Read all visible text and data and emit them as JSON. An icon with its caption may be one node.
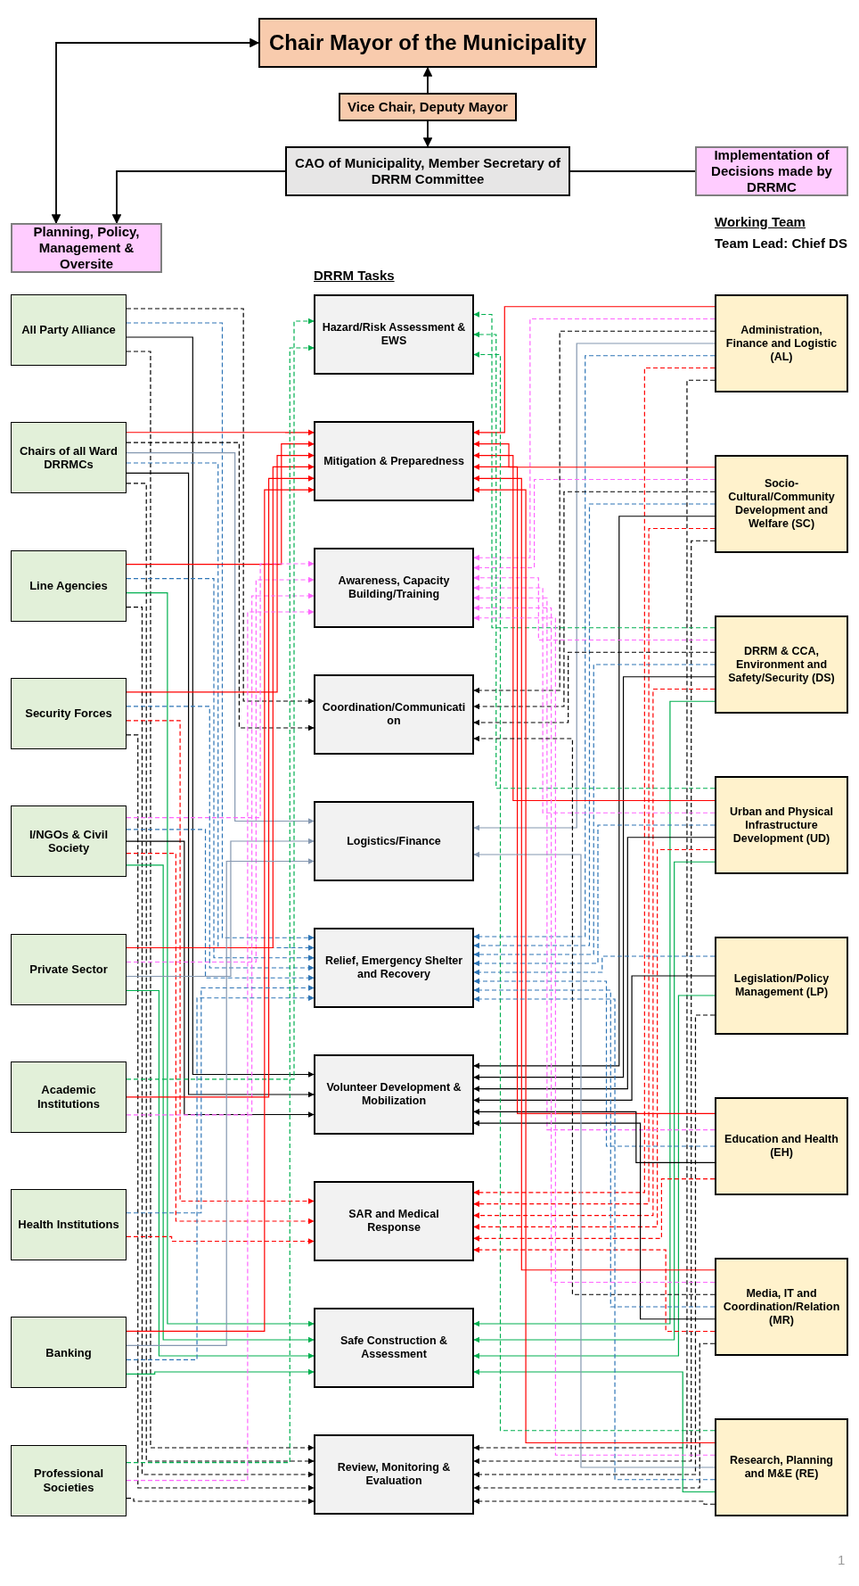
{
  "diagram": {
    "nodes": [
      {
        "text": [
          "Chair Mayor of the Municipality"
        ]
      },
      {
        "text": [
          "Vice Chair, Deputy Mayor"
        ]
      },
      {
        "text": [
          "CAO of Municipality, Member Secretary of DRRM Committee"
        ]
      },
      {
        "text": [
          "Implementation of Decisions made by DRRMC"
        ]
      },
      {
        "text": [
          "Planning, Policy, Management & Oversite"
        ]
      },
      {
        "text": [
          "Administration, Finance and Logistic (AL)"
        ]
      },
      {
        "text": [
          "Socio-Cultural/Community Development and Welfare (SC)"
        ]
      },
      {
        "text": [
          "DRRM & CCA, Environment and Safety/Security (DS)"
        ]
      },
      {
        "text": [
          "Urban and Physical Infrastructure Development (UD)"
        ]
      },
      {
        "text": [
          "Legislation/Policy Management (LP)"
        ]
      },
      {
        "text": [
          "Education and Health (EH)"
        ]
      },
      {
        "text": [
          "Media, IT and Coordination/Relation (MR)"
        ]
      },
      {
        "text": [
          "Research, Planning and M&E (RE)"
        ]
      },
      {
        "text": [
          "Hazard/Risk Assessment & EWS"
        ]
      },
      {
        "text": [
          "Mitigation & Preparedness"
        ]
      },
      {
        "text": [
          "Awareness, Capacity Building/Training"
        ]
      },
      {
        "text": [
          "Coordination/Communication"
        ]
      },
      {
        "text": [
          "Logistics/Finance"
        ]
      },
      {
        "text": [
          "Relief, Emergency Shelter and Recovery"
        ]
      },
      {
        "text": [
          "Volunteer Development & Mobilization"
        ]
      },
      {
        "text": [
          "SAR and Medical Response"
        ]
      },
      {
        "text": [
          "Safe Construction & Assessment"
        ]
      },
      {
        "text": [
          "Review, Monitoring & Evaluation"
        ]
      },
      {
        "text": [
          "All Party Alliance"
        ]
      },
      {
        "text": [
          "Chairs of all Ward DRRMCs"
        ]
      },
      {
        "text": [
          "Line Agencies"
        ]
      },
      {
        "text": [
          "Security Forces"
        ]
      },
      {
        "text": [
          "I/NGOs & Civil Society"
        ]
      },
      {
        "text": [
          "Private Sector"
        ]
      },
      {
        "text": [
          "Academic Institutions"
        ]
      },
      {
        "text": [
          "Health Institutions"
        ]
      },
      {
        "text": [
          "Banking"
        ]
      },
      {
        "text": [
          "Professional Societies"
        ]
      }
    ],
    "edges": [
      {
        "from": 1,
        "to": 0,
        "arrow": "to"
      },
      {
        "from": 1,
        "to": 2,
        "arrow": "to"
      },
      {
        "from": 0,
        "to": 4,
        "arrow": "both"
      },
      {
        "from": 2,
        "to": 4,
        "arrow": "to"
      },
      {
        "from": 2,
        "to": 3,
        "arrow": "none"
      },
      {
        "from": 23,
        "to": 18,
        "arrow": "to",
        "style": "dashed",
        "color": "#2e75b6"
      },
      {
        "from": 23,
        "to": 22,
        "arrow": "to",
        "style": "dashed"
      },
      {
        "from": 23,
        "to": 19,
        "arrow": "to"
      },
      {
        "from": 23,
        "to": 16,
        "arrow": "to",
        "style": "dashed"
      },
      {
        "from": 24,
        "to": 14,
        "arrow": "to",
        "color": "#ff0000"
      },
      {
        "from": 24,
        "to": 19,
        "arrow": "to"
      },
      {
        "from": 24,
        "to": 18,
        "arrow": "to",
        "style": "dashed",
        "color": "#2e75b6"
      },
      {
        "from": 24,
        "to": 16,
        "arrow": "to",
        "style": "dashed"
      },
      {
        "from": 24,
        "to": 22,
        "arrow": "to",
        "style": "dashed"
      },
      {
        "from": 24,
        "to": 17,
        "arrow": "to",
        "color": "#8497b0"
      },
      {
        "from": 25,
        "to": 21,
        "arrow": "to",
        "color": "#00b050"
      },
      {
        "from": 25,
        "to": 22,
        "arrow": "to",
        "style": "dashed"
      },
      {
        "from": 25,
        "to": 14,
        "arrow": "to",
        "color": "#ff0000"
      },
      {
        "from": 25,
        "to": 18,
        "arrow": "to",
        "style": "dashed",
        "color": "#2e75b6"
      },
      {
        "from": 26,
        "to": 20,
        "arrow": "to",
        "style": "dashed",
        "color": "#ff0000"
      },
      {
        "from": 26,
        "to": 14,
        "arrow": "to",
        "color": "#ff0000"
      },
      {
        "from": 26,
        "to": 22,
        "arrow": "to",
        "style": "dashed"
      },
      {
        "from": 26,
        "to": 18,
        "arrow": "to",
        "style": "dashed",
        "color": "#2e75b6"
      },
      {
        "from": 27,
        "to": 15,
        "arrow": "to",
        "style": "dashed",
        "color": "#ff66ff"
      },
      {
        "from": 27,
        "to": 21,
        "arrow": "to",
        "color": "#00b050"
      },
      {
        "from": 27,
        "to": 18,
        "arrow": "to",
        "style": "dashed",
        "color": "#2e75b6"
      },
      {
        "from": 27,
        "to": 19,
        "arrow": "to"
      },
      {
        "from": 27,
        "to": 20,
        "arrow": "to",
        "style": "dashed",
        "color": "#ff0000"
      },
      {
        "from": 28,
        "to": 17,
        "arrow": "to",
        "color": "#8497b0"
      },
      {
        "from": 28,
        "to": 15,
        "arrow": "to",
        "style": "dashed",
        "color": "#ff66ff"
      },
      {
        "from": 28,
        "to": 21,
        "arrow": "to",
        "color": "#00b050"
      },
      {
        "from": 28,
        "to": 14,
        "arrow": "to",
        "color": "#ff0000"
      },
      {
        "from": 29,
        "to": 15,
        "arrow": "to",
        "style": "dashed",
        "color": "#ff66ff"
      },
      {
        "from": 29,
        "to": 14,
        "arrow": "to",
        "color": "#ff0000"
      },
      {
        "from": 29,
        "to": 13,
        "arrow": "to",
        "style": "dashed",
        "color": "#00b050"
      },
      {
        "from": 30,
        "to": 18,
        "arrow": "to",
        "style": "dashed",
        "color": "#2e75b6"
      },
      {
        "from": 30,
        "to": 20,
        "arrow": "to",
        "style": "dashed",
        "color": "#ff0000"
      },
      {
        "from": 31,
        "to": 18,
        "arrow": "to",
        "style": "dashed",
        "color": "#2e75b6"
      },
      {
        "from": 31,
        "to": 17,
        "arrow": "to",
        "color": "#8497b0"
      },
      {
        "from": 31,
        "to": 14,
        "arrow": "to",
        "color": "#ff0000"
      },
      {
        "from": 31,
        "to": 21,
        "arrow": "to",
        "color": "#00b050"
      },
      {
        "from": 32,
        "to": 13,
        "arrow": "to",
        "style": "dashed",
        "color": "#00b050"
      },
      {
        "from": 32,
        "to": 22,
        "arrow": "to",
        "style": "dashed"
      },
      {
        "from": 32,
        "to": 15,
        "arrow": "to",
        "style": "dashed",
        "color": "#ff66ff"
      },
      {
        "from": 5,
        "to": 14,
        "arrow": "to",
        "color": "#ff0000"
      },
      {
        "from": 5,
        "to": 15,
        "arrow": "to",
        "style": "dashed",
        "color": "#ff66ff"
      },
      {
        "from": 5,
        "to": 16,
        "arrow": "to",
        "style": "dashed"
      },
      {
        "from": 5,
        "to": 18,
        "arrow": "to",
        "style": "dashed",
        "color": "#2e75b6"
      },
      {
        "from": 5,
        "to": 17,
        "arrow": "to",
        "color": "#8497b0"
      },
      {
        "from": 5,
        "to": 20,
        "arrow": "to",
        "style": "dashed",
        "color": "#ff0000"
      },
      {
        "from": 5,
        "to": 22,
        "arrow": "to",
        "style": "dashed"
      },
      {
        "from": 6,
        "to": 14,
        "arrow": "to",
        "color": "#ff0000"
      },
      {
        "from": 6,
        "to": 15,
        "arrow": "to",
        "style": "dashed",
        "color": "#ff66ff"
      },
      {
        "from": 6,
        "to": 16,
        "arrow": "to",
        "style": "dashed"
      },
      {
        "from": 6,
        "to": 18,
        "arrow": "to",
        "style": "dashed",
        "color": "#2e75b6"
      },
      {
        "from": 6,
        "to": 20,
        "arrow": "to",
        "style": "dashed",
        "color": "#ff0000"
      },
      {
        "from": 6,
        "to": 19,
        "arrow": "to"
      },
      {
        "from": 6,
        "to": 22,
        "arrow": "to",
        "style": "dashed"
      },
      {
        "from": 7,
        "to": 15,
        "arrow": "to",
        "style": "dashed",
        "color": "#ff66ff"
      },
      {
        "from": 7,
        "to": 18,
        "arrow": "to",
        "style": "dashed",
        "color": "#2e75b6"
      },
      {
        "from": 7,
        "to": 16,
        "arrow": "to",
        "style": "dashed"
      },
      {
        "from": 7,
        "to": 20,
        "arrow": "to",
        "style": "dashed",
        "color": "#ff0000"
      },
      {
        "from": 7,
        "to": 21,
        "arrow": "to",
        "color": "#00b050"
      },
      {
        "from": 7,
        "to": 19,
        "arrow": "to"
      },
      {
        "from": 7,
        "to": 13,
        "arrow": "to",
        "style": "dashed",
        "color": "#00b050"
      },
      {
        "from": 8,
        "to": 18,
        "arrow": "to",
        "style": "dashed",
        "color": "#2e75b6"
      },
      {
        "from": 8,
        "to": 14,
        "arrow": "to",
        "color": "#ff0000"
      },
      {
        "from": 8,
        "to": 21,
        "arrow": "to",
        "color": "#00b050"
      },
      {
        "from": 8,
        "to": 19,
        "arrow": "to"
      },
      {
        "from": 8,
        "to": 13,
        "arrow": "to",
        "style": "dashed",
        "color": "#00b050"
      },
      {
        "from": 8,
        "to": 20,
        "arrow": "to",
        "style": "dashed",
        "color": "#ff0000"
      },
      {
        "from": 8,
        "to": 15,
        "arrow": "to",
        "style": "dashed",
        "color": "#ff66ff"
      },
      {
        "from": 9,
        "to": 19,
        "arrow": "to"
      },
      {
        "from": 9,
        "to": 21,
        "arrow": "to",
        "color": "#00b050"
      },
      {
        "from": 9,
        "to": 22,
        "arrow": "to",
        "style": "dashed"
      },
      {
        "from": 9,
        "to": 18,
        "arrow": "to",
        "style": "dashed",
        "color": "#2e75b6"
      },
      {
        "from": 10,
        "to": 20,
        "arrow": "to",
        "style": "dashed",
        "color": "#ff0000"
      },
      {
        "from": 10,
        "to": 18,
        "arrow": "to",
        "style": "dashed",
        "color": "#2e75b6"
      },
      {
        "from": 10,
        "to": 15,
        "arrow": "to",
        "style": "dashed",
        "color": "#ff66ff"
      },
      {
        "from": 10,
        "to": 14,
        "arrow": "to",
        "color": "#ff0000"
      },
      {
        "from": 10,
        "to": 19,
        "arrow": "to"
      },
      {
        "from": 11,
        "to": 16,
        "arrow": "to",
        "style": "dashed"
      },
      {
        "from": 11,
        "to": 19,
        "arrow": "to"
      },
      {
        "from": 11,
        "to": 18,
        "arrow": "to",
        "style": "dashed",
        "color": "#2e75b6"
      },
      {
        "from": 11,
        "to": 22,
        "arrow": "to",
        "style": "dashed"
      },
      {
        "from": 11,
        "to": 15,
        "arrow": "to",
        "style": "dashed",
        "color": "#ff66ff"
      },
      {
        "from": 11,
        "to": 20,
        "arrow": "to",
        "style": "dashed",
        "color": "#ff0000"
      },
      {
        "from": 11,
        "to": 14,
        "arrow": "to",
        "color": "#ff0000"
      },
      {
        "from": 12,
        "to": 22,
        "arrow": "to",
        "style": "dashed"
      },
      {
        "from": 12,
        "to": 21,
        "arrow": "to",
        "color": "#00b050"
      },
      {
        "from": 12,
        "to": 17,
        "arrow": "to",
        "color": "#8497b0"
      },
      {
        "from": 12,
        "to": 18,
        "arrow": "to",
        "style": "dashed",
        "color": "#2e75b6"
      },
      {
        "from": 12,
        "to": 15,
        "arrow": "to",
        "style": "dashed",
        "color": "#ff66ff"
      },
      {
        "from": 12,
        "to": 14,
        "arrow": "to",
        "color": "#ff0000"
      },
      {
        "from": 12,
        "to": 13,
        "arrow": "to",
        "style": "dashed",
        "color": "#00b050"
      }
    ],
    "labels": [
      "Working Team",
      "Team Lead: Chief DS",
      "DRRM Tasks",
      "1"
    ]
  }
}
